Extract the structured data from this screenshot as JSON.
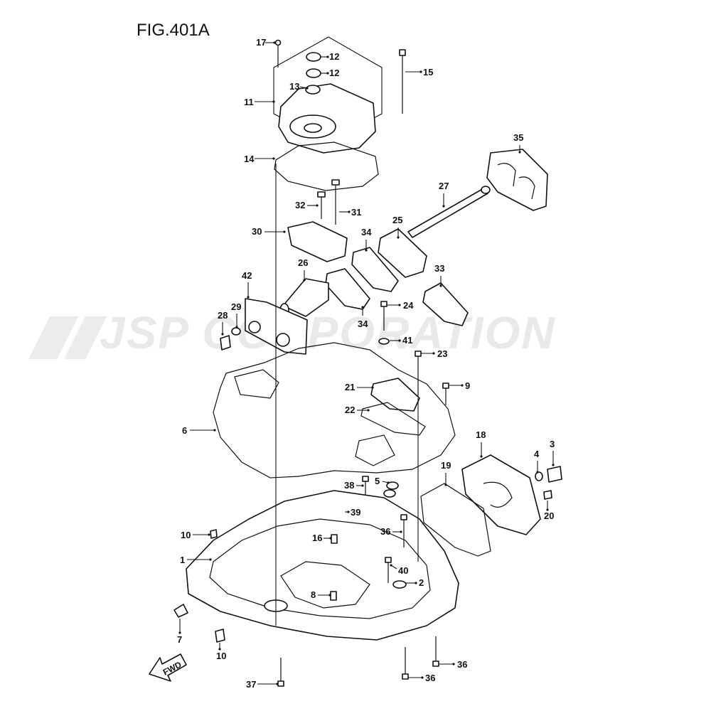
{
  "figure": {
    "title": "FIG.401A",
    "watermark": "JSP CORPORATION",
    "direction_label": "FWD"
  },
  "callouts": [
    {
      "id": "c17a",
      "label": "17"
    },
    {
      "id": "c12a",
      "label": "12"
    },
    {
      "id": "c12b",
      "label": "12"
    },
    {
      "id": "c15",
      "label": "15"
    },
    {
      "id": "c13",
      "label": "13"
    },
    {
      "id": "c11",
      "label": "11"
    },
    {
      "id": "c35",
      "label": "35"
    },
    {
      "id": "c14",
      "label": "14"
    },
    {
      "id": "c27",
      "label": "27"
    },
    {
      "id": "c32",
      "label": "32"
    },
    {
      "id": "c31",
      "label": "31"
    },
    {
      "id": "c25",
      "label": "25"
    },
    {
      "id": "c30",
      "label": "30"
    },
    {
      "id": "c34a",
      "label": "34"
    },
    {
      "id": "c42",
      "label": "42"
    },
    {
      "id": "c26",
      "label": "26"
    },
    {
      "id": "c33",
      "label": "33"
    },
    {
      "id": "c29",
      "label": "29"
    },
    {
      "id": "c28",
      "label": "28"
    },
    {
      "id": "c24",
      "label": "24"
    },
    {
      "id": "c34b",
      "label": "34"
    },
    {
      "id": "c41",
      "label": "41"
    },
    {
      "id": "c23",
      "label": "23"
    },
    {
      "id": "c9",
      "label": "9"
    },
    {
      "id": "c21",
      "label": "21"
    },
    {
      "id": "c22",
      "label": "22"
    },
    {
      "id": "c6",
      "label": "6"
    },
    {
      "id": "c18",
      "label": "18"
    },
    {
      "id": "c4",
      "label": "4"
    },
    {
      "id": "c3",
      "label": "3"
    },
    {
      "id": "c19",
      "label": "19"
    },
    {
      "id": "c5",
      "label": "5"
    },
    {
      "id": "c38",
      "label": "38"
    },
    {
      "id": "c20",
      "label": "20"
    },
    {
      "id": "c39",
      "label": "39"
    },
    {
      "id": "c10a",
      "label": "10"
    },
    {
      "id": "c36a",
      "label": "36"
    },
    {
      "id": "c16",
      "label": "16"
    },
    {
      "id": "c1",
      "label": "1"
    },
    {
      "id": "c40",
      "label": "40"
    },
    {
      "id": "c2",
      "label": "2"
    },
    {
      "id": "c8",
      "label": "8"
    },
    {
      "id": "c7",
      "label": "7"
    },
    {
      "id": "c10b",
      "label": "10"
    },
    {
      "id": "c36b",
      "label": "36"
    },
    {
      "id": "c37",
      "label": "37"
    },
    {
      "id": "c36c",
      "label": "36"
    }
  ]
}
